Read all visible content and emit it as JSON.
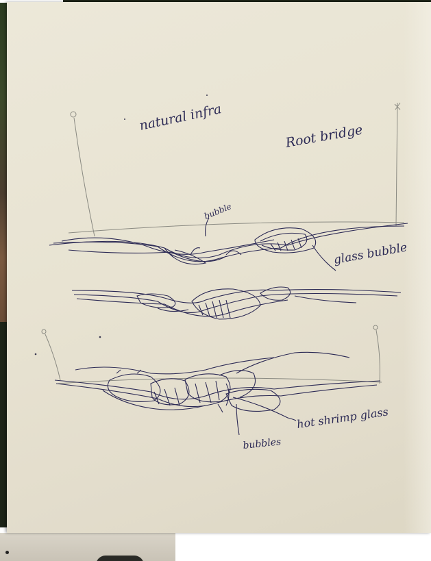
{
  "sketch": {
    "labels": {
      "natural_infra": "natural infra",
      "root_bridge": "Root bridge",
      "bubble": "bubble",
      "glass_bubble": "glass bubble",
      "hot_shrimp_glass": "hot shrimp glass",
      "bubbles": "bubbles"
    }
  },
  "colors": {
    "ink": "#2c2a55",
    "pencil": "#7a7a74",
    "paper": "#e8e3d2"
  }
}
